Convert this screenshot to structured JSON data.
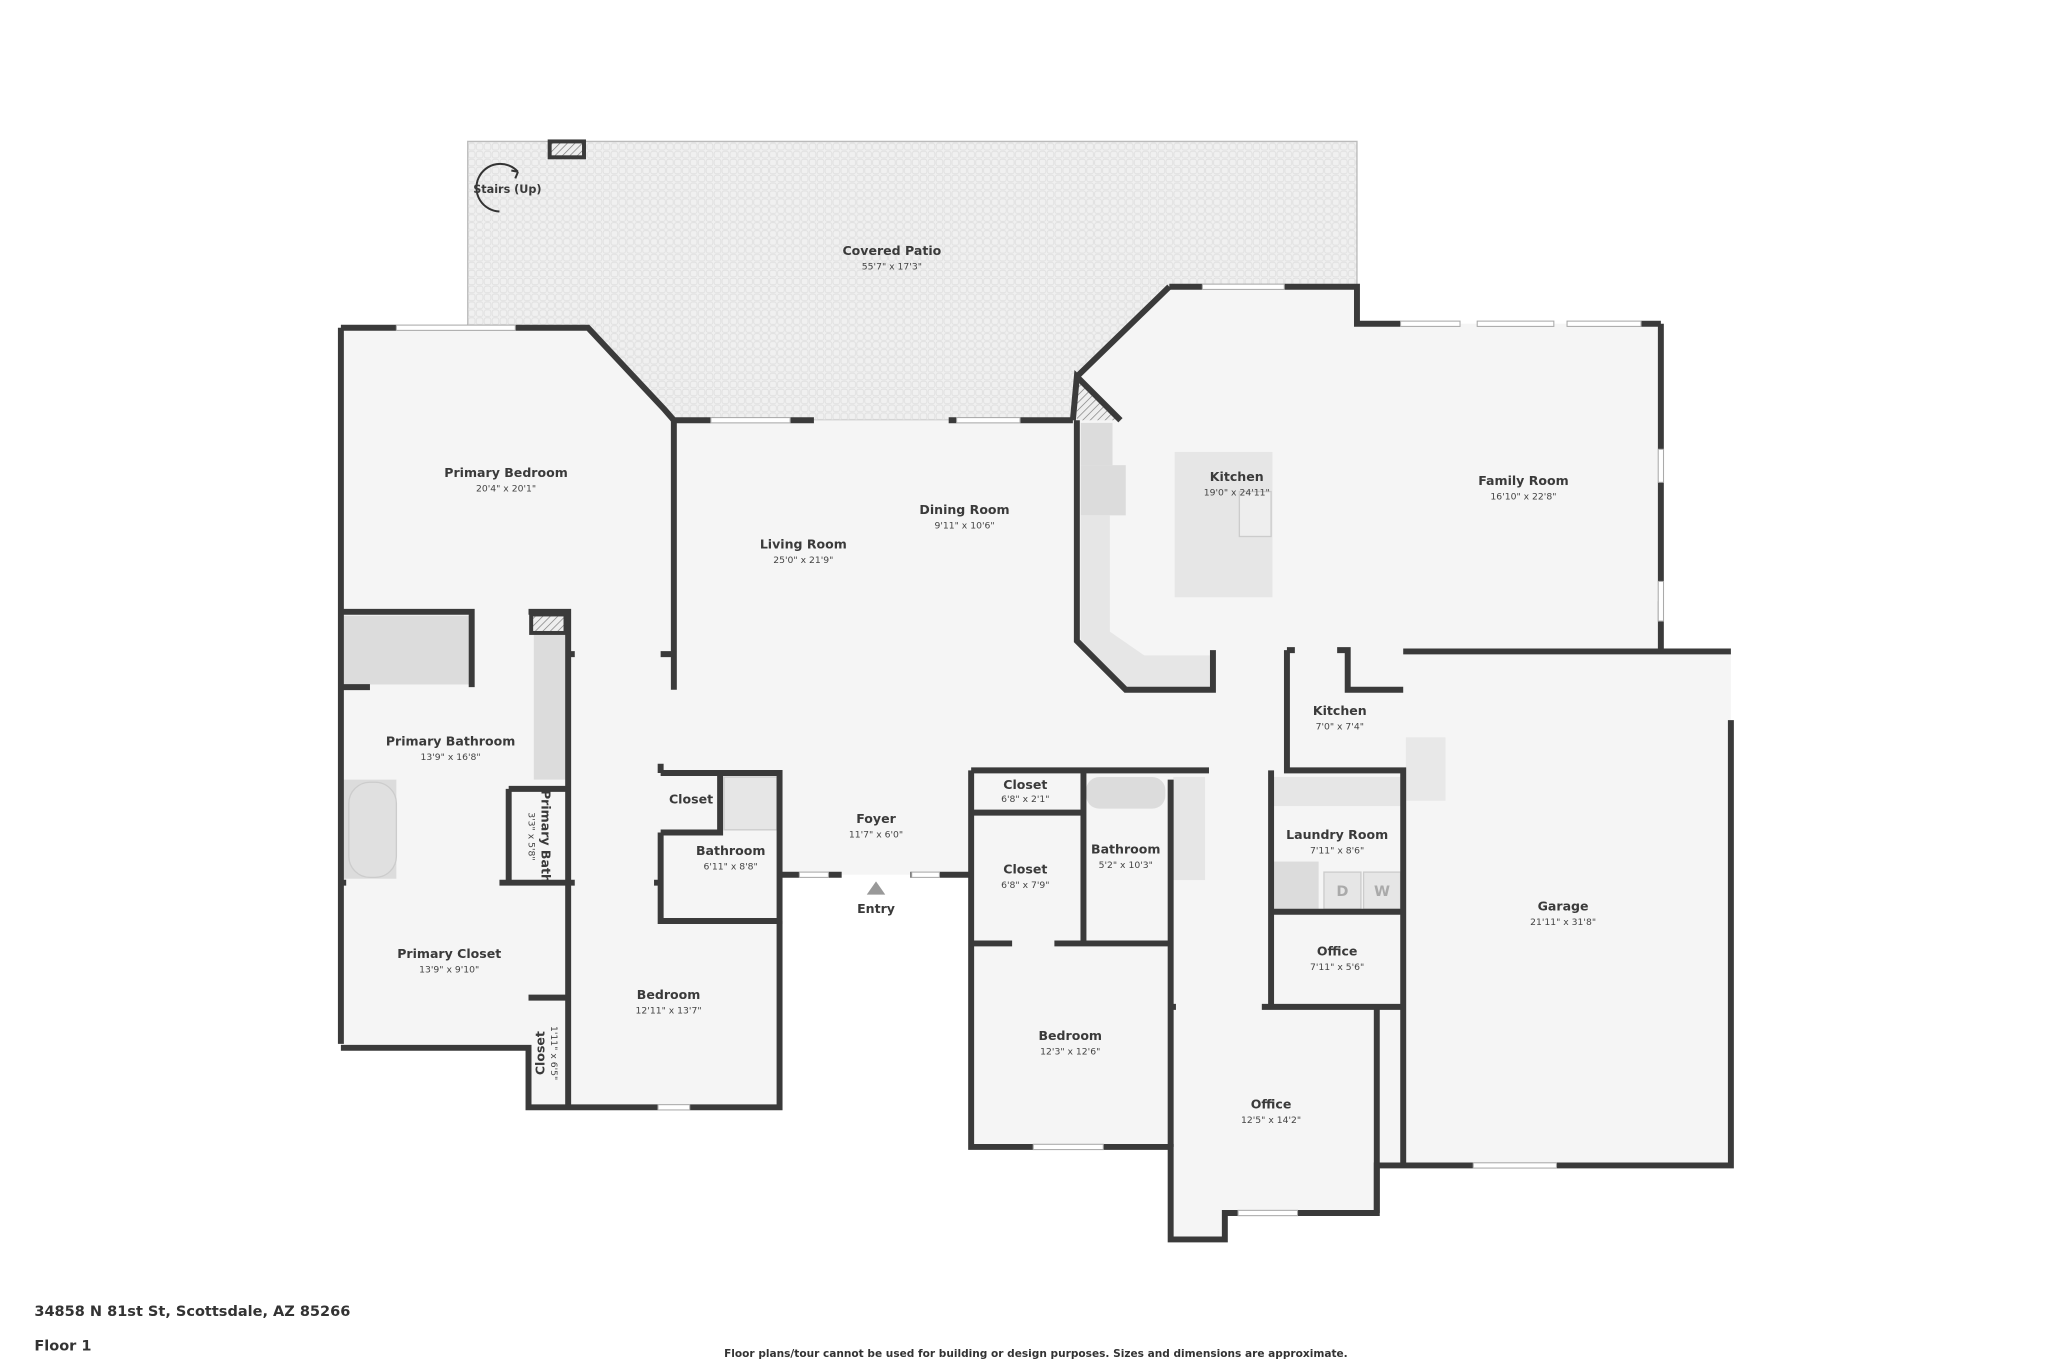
{
  "rooms": [
    {
      "name": "Covered Patio",
      "dims": "55'7\" x 17'3\""
    },
    {
      "name": "Primary Bedroom",
      "dims": "20'4\" x 20'1\""
    },
    {
      "name": "Living Room",
      "dims": "25'0\" x 21'9\""
    },
    {
      "name": "Dining Room",
      "dims": "9'11\" x 10'6\""
    },
    {
      "name": "Kitchen",
      "dims": "19'0\" x 24'11\""
    },
    {
      "name": "Family Room",
      "dims": "16'10\" x 22'8\""
    },
    {
      "name": "Primary Bathroom",
      "dims": "13'9\" x 16'8\""
    },
    {
      "name": "Primary Bath",
      "dims": "3'3\" x 5'8\""
    },
    {
      "name": "Closet",
      "dims": ""
    },
    {
      "name": "Bathroom",
      "dims": "6'11\" x 8'8\""
    },
    {
      "name": "Foyer",
      "dims": "11'7\" x 6'0\""
    },
    {
      "name": "Closet",
      "dims": "6'8\" x 2'1\""
    },
    {
      "name": "Closet",
      "dims": "6'8\" x 7'9\""
    },
    {
      "name": "Bathroom",
      "dims": "5'2\" x 10'3\""
    },
    {
      "name": "Kitchen",
      "dims": "7'0\" x 7'4\""
    },
    {
      "name": "Laundry Room",
      "dims": "7'11\" x 8'6\""
    },
    {
      "name": "Office",
      "dims": "7'11\" x 5'6\""
    },
    {
      "name": "Garage",
      "dims": "21'11\" x 31'8\""
    },
    {
      "name": "Primary Closet",
      "dims": "13'9\" x 9'10\""
    },
    {
      "name": "Bedroom",
      "dims": "12'11\" x 13'7\""
    },
    {
      "name": "Closet",
      "dims": "1'11\" x 6'5\""
    },
    {
      "name": "Bedroom",
      "dims": "12'3\" x 12'6\""
    },
    {
      "name": "Office",
      "dims": "12'5\" x 14'2\""
    }
  ],
  "labels": {
    "stairs": "Stairs (Up)",
    "entry": "Entry",
    "dryer": "D",
    "washer": "W"
  },
  "footer": {
    "address": "34858 N 81st St, Scottsdale, AZ 85266",
    "floor": "Floor 1",
    "disclaimer": "Floor plans/tour cannot be used for building or design purposes. Sizes and dimensions are approximate."
  },
  "colors": {
    "wall": "#3a3a3a",
    "floor": "#f5f5f5",
    "fixture": "#d9d9d9"
  }
}
